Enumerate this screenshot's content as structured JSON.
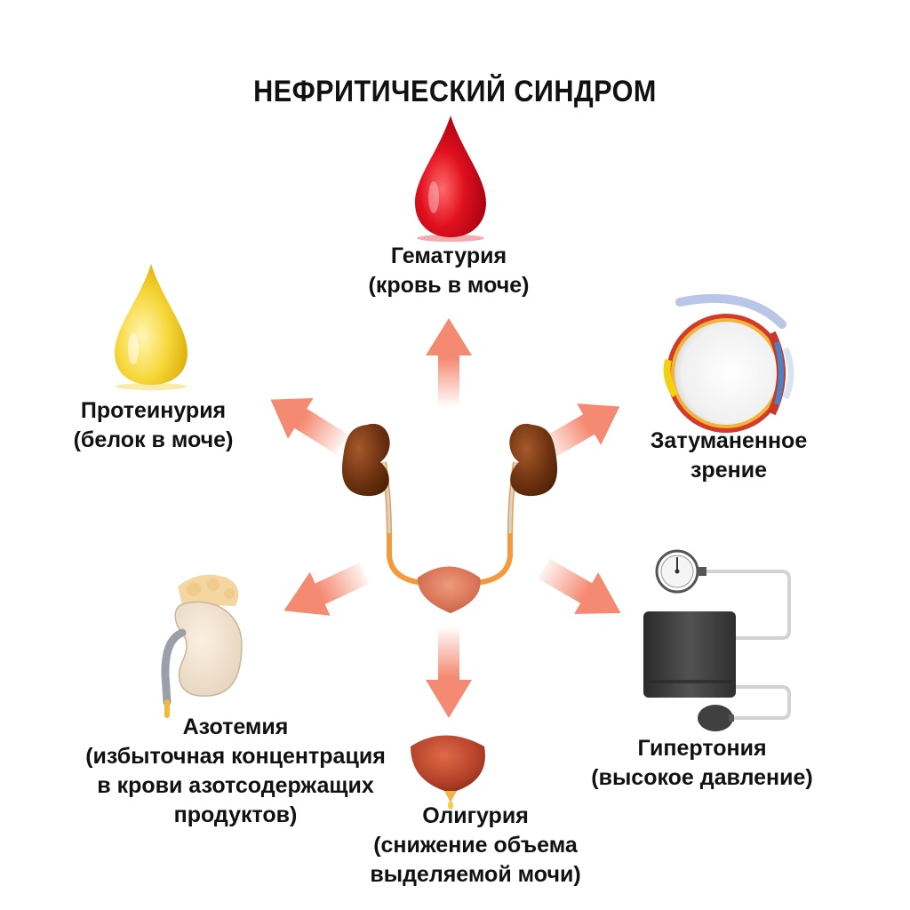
{
  "title": "НЕФРИТИЧЕСКИЙ СИНДРОМ",
  "symptoms": {
    "hematuria": [
      "Гематурия",
      "(кровь в моче)"
    ],
    "proteinuria": [
      "Протеинурия",
      "(белок в моче)"
    ],
    "blurred_vision": [
      "Затуманенное",
      "зрение"
    ],
    "azotemia": [
      "Азотемия",
      "(избыточная концентрация",
      "в крови азотсодержащих",
      "продуктов)"
    ],
    "oliguria": [
      "Олигурия",
      "(снижение объема",
      "выделяемой мочи)"
    ],
    "hypertension": [
      "Гипертония",
      "(высокое давление)"
    ]
  },
  "colors": {
    "arrow": "#f58a72",
    "blood": "#e0101e",
    "protein": "#f5d238",
    "kidney": "#7a3a12",
    "bladder": "#b5432a",
    "cuff": "#3f3f3f"
  }
}
